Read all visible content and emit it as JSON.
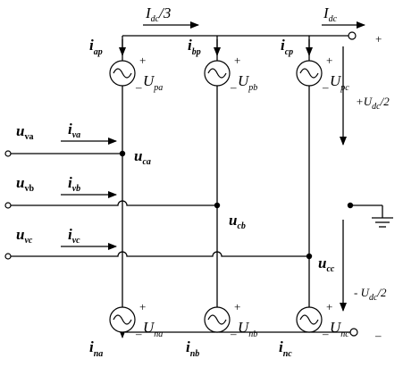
{
  "top_current": {
    "sym": "I",
    "sub": "dc",
    "tail": "/3"
  },
  "dc_current": {
    "sym": "I",
    "sub": "dc"
  },
  "terminals": {
    "plus": "+",
    "minus": "–"
  },
  "upper_voltage": {
    "pre": "+U",
    "sub": "dc",
    "tail": "/2"
  },
  "lower_voltage": {
    "pre": "- U",
    "sub": "dc",
    "tail": "/2"
  },
  "phases": [
    {
      "u_in": {
        "sym": "u",
        "sub": "va"
      },
      "i_in": {
        "sym": "i",
        "sub": "va"
      },
      "node": {
        "sym": "u",
        "sub": "ca"
      }
    },
    {
      "u_in": {
        "sym": "u",
        "sub": "vb"
      },
      "i_in": {
        "sym": "i",
        "sub": "vb"
      },
      "node": {
        "sym": "u",
        "sub": "cb"
      }
    },
    {
      "u_in": {
        "sym": "u",
        "sub": "vc"
      },
      "i_in": {
        "sym": "i",
        "sub": "vc"
      },
      "node": {
        "sym": "u",
        "sub": "cc"
      }
    }
  ],
  "upper_sources": [
    {
      "i": {
        "sym": "i",
        "sub": "ap"
      },
      "plus": "+",
      "minus": "–",
      "U": {
        "sym": "U",
        "sub": "pa"
      }
    },
    {
      "i": {
        "sym": "i",
        "sub": "bp"
      },
      "plus": "+",
      "minus": "–",
      "U": {
        "sym": "U",
        "sub": "pb"
      }
    },
    {
      "i": {
        "sym": "i",
        "sub": "cp"
      },
      "plus": "+",
      "minus": "–",
      "U": {
        "sym": "U",
        "sub": "pc"
      }
    }
  ],
  "lower_sources": [
    {
      "i": {
        "sym": "i",
        "sub": "na"
      },
      "plus": "+",
      "minus": "–",
      "U": {
        "sym": "U",
        "sub": "na"
      }
    },
    {
      "i": {
        "sym": "i",
        "sub": "nb"
      },
      "plus": "+",
      "minus": "–",
      "U": {
        "sym": "U",
        "sub": "nb"
      }
    },
    {
      "i": {
        "sym": "i",
        "sub": "nc"
      },
      "plus": "+",
      "minus": "–",
      "U": {
        "sym": "U",
        "sub": "nc"
      }
    }
  ]
}
